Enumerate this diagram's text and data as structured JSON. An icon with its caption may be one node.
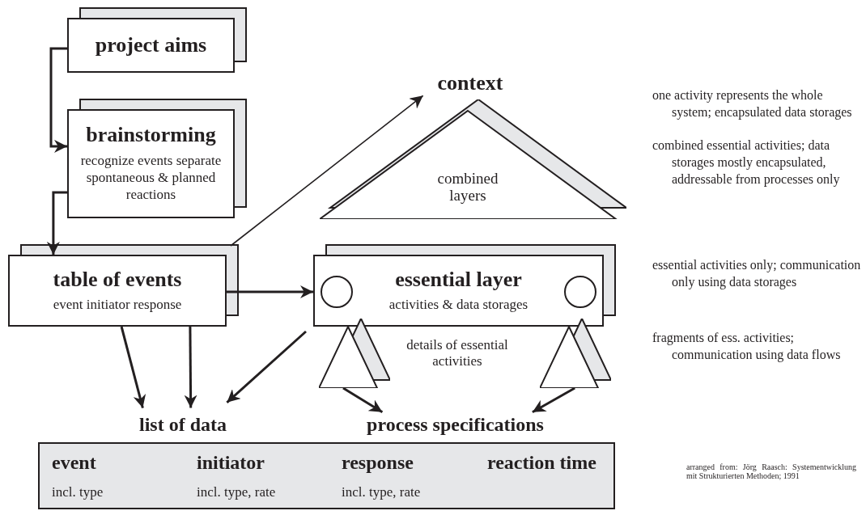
{
  "diagram": {
    "nodes": [
      {
        "text": [
          "project aims"
        ]
      },
      {
        "text": [
          "brainstorming",
          "recognize events separate spontaneous & planned reactions"
        ]
      },
      {
        "text": [
          "table of events",
          "event initiator response"
        ]
      },
      {
        "text": [
          "context"
        ]
      },
      {
        "text": [
          "combined layers"
        ]
      },
      {
        "text": [
          "essential layer",
          "activities & data storages"
        ]
      },
      {
        "text": [],
        "shape": "circle",
        "in": 5
      },
      {
        "text": [],
        "shape": "circle",
        "in": 5
      },
      {
        "text": [],
        "shape": "triangle"
      },
      {
        "text": [],
        "shape": "triangle"
      },
      {
        "text": [
          "list of data"
        ]
      },
      {
        "text": [
          "process specifications"
        ]
      },
      {
        "text": [
          "event",
          "incl. type",
          "initiator",
          "incl. type, rate",
          "response",
          "incl. type, rate",
          "reaction time"
        ]
      }
    ],
    "edges": [
      {
        "from": 0,
        "to": 1,
        "arrow": "to"
      },
      {
        "from": 1,
        "to": 2,
        "arrow": "to"
      },
      {
        "from": 2,
        "to": 3,
        "arrow": "to"
      },
      {
        "from": 2,
        "to": 5,
        "arrow": "to"
      },
      {
        "from": 2,
        "to": 10,
        "arrow": "to"
      },
      {
        "from": 2,
        "to": 10,
        "arrow": "to"
      },
      {
        "from": 5,
        "to": 10,
        "arrow": "to"
      },
      {
        "from": 8,
        "to": 11,
        "arrow": "to"
      },
      {
        "from": 9,
        "to": 11,
        "arrow": "to"
      }
    ],
    "labels": [
      "one activity represents the whole system; encapsulated data storages",
      "combined essential activities; data storages mostly encapsulated, addressable from processes only",
      "essential activities only; communication only using data storages",
      "details of essential activities",
      "fragments of ess. activities; communication using data flows",
      "arranged from: Jörg Raasch: Systementwicklung mit Strukturierten Methoden; 1991"
    ]
  }
}
